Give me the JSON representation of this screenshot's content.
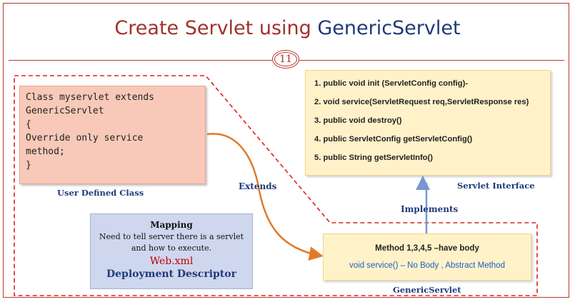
{
  "slide": {
    "title_part1": "Create Servlet using ",
    "title_part2": "GenericServlet",
    "slide_number": "11"
  },
  "user_defined_class": {
    "code_lines": [
      "Class myservlet extends",
      "GenericServlet",
      "{",
      "Override only service",
      "method;",
      "",
      "}"
    ],
    "caption": "User Defined Class"
  },
  "servlet_interface": {
    "methods": [
      "1. public void init (ServletConfig config)-",
      "2. void service(ServletRequest req,ServletResponse res)",
      "3. public void destroy()",
      "4. public ServletConfig getServletConfig()",
      "5. public String getServletInfo()"
    ],
    "caption": "Servlet Interface"
  },
  "mapping": {
    "heading": "Mapping",
    "line1": "Need to tell server there is a servlet",
    "line2": "and how to execute.",
    "file": "Web.xml",
    "descriptor": "Deployment Descriptor"
  },
  "generic_servlet": {
    "line1": "Method 1,3,4,5 –have body",
    "line2": "void service() – No Body , Abstract Method",
    "caption": "GenericServlet"
  },
  "arrows": {
    "extends_label": "Extends",
    "implements_label": "Implements"
  },
  "colors": {
    "accent_red": "#b9372e",
    "title_blue": "#1f3a7a",
    "extends_arrow": "#e07b2a",
    "implements_arrow": "#7a96cf",
    "dashed_border": "#e02020"
  }
}
